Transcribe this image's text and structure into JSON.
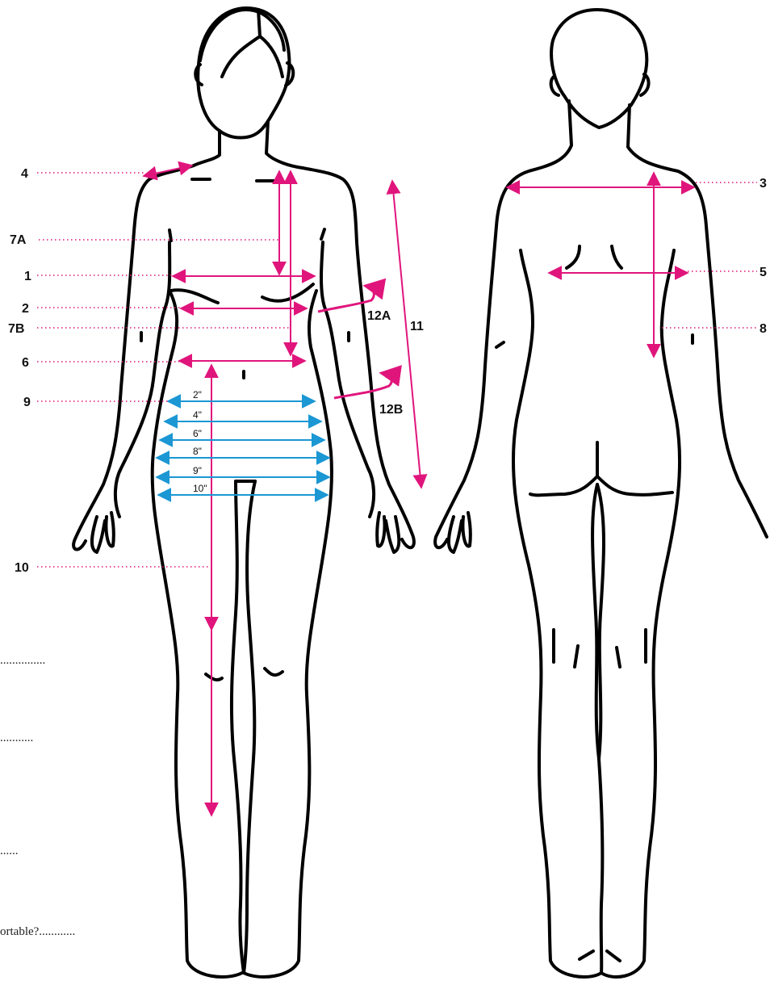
{
  "colors": {
    "measure": "#e0157c",
    "hem": "#1b97d4",
    "outline": "#000000"
  },
  "front_labels": [
    {
      "id": "4",
      "text": "4"
    },
    {
      "id": "7A",
      "text": "7A"
    },
    {
      "id": "1",
      "text": "1"
    },
    {
      "id": "2",
      "text": "2"
    },
    {
      "id": "7B",
      "text": "7B"
    },
    {
      "id": "6",
      "text": "6"
    },
    {
      "id": "9",
      "text": "9"
    },
    {
      "id": "10",
      "text": "10"
    },
    {
      "id": "11",
      "text": "11"
    },
    {
      "id": "12A",
      "text": "12A"
    },
    {
      "id": "12B",
      "text": "12B"
    }
  ],
  "back_labels": [
    {
      "id": "3",
      "text": "3"
    },
    {
      "id": "5",
      "text": "5"
    },
    {
      "id": "8",
      "text": "8"
    }
  ],
  "hem_levels": [
    "2\"",
    "4\"",
    "6\"",
    "8\"",
    "9\"",
    "10\""
  ],
  "form_stubs": [
    {
      "text": "..............."
    },
    {
      "text": "..........."
    },
    {
      "text": "......"
    },
    {
      "text": "ortable?............"
    }
  ]
}
